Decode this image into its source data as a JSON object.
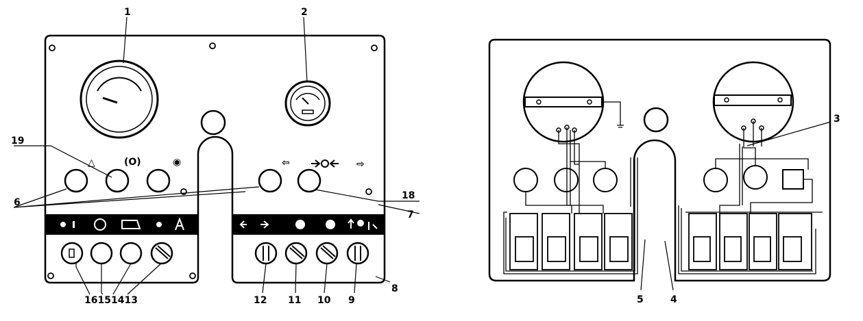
{
  "left_panel": {
    "callouts": {
      "c1": "1",
      "c2": "2",
      "c6": "6",
      "c7": "7",
      "c8": "8",
      "c9": "9",
      "c10": "10",
      "c11": "11",
      "c12": "12",
      "c13_16": "16151413",
      "c18": "18",
      "c19": "19"
    },
    "symbols": {
      "hazard": "△",
      "brake": "(O)",
      "temp": "◉",
      "left_arrow": "⇦",
      "right_arrow": "⇨"
    },
    "icon_names": [
      "key-switch-icon",
      "horn-icon",
      "wiper-icon",
      "fuel-pump-icon"
    ]
  },
  "right_panel": {
    "callouts": {
      "c3": "3",
      "c4": "4",
      "c5": "5"
    }
  }
}
